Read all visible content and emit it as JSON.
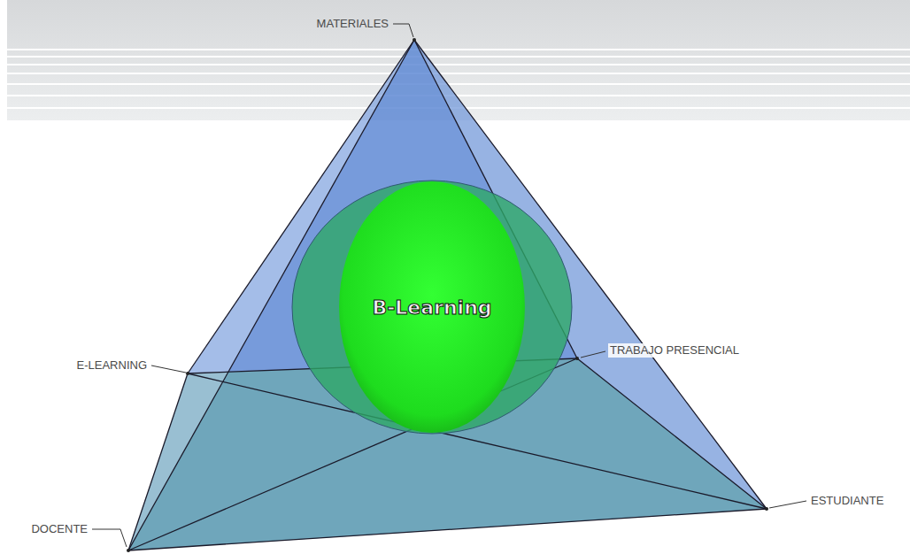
{
  "diagram": {
    "nodes": [
      {
        "text": [
          "B-Learning"
        ]
      }
    ],
    "labels": [
      "MATERIALES",
      "E-LEARNING",
      "TRABAJO PRESENCIAL",
      "DOCENTE",
      "ESTUDIANTE"
    ]
  }
}
